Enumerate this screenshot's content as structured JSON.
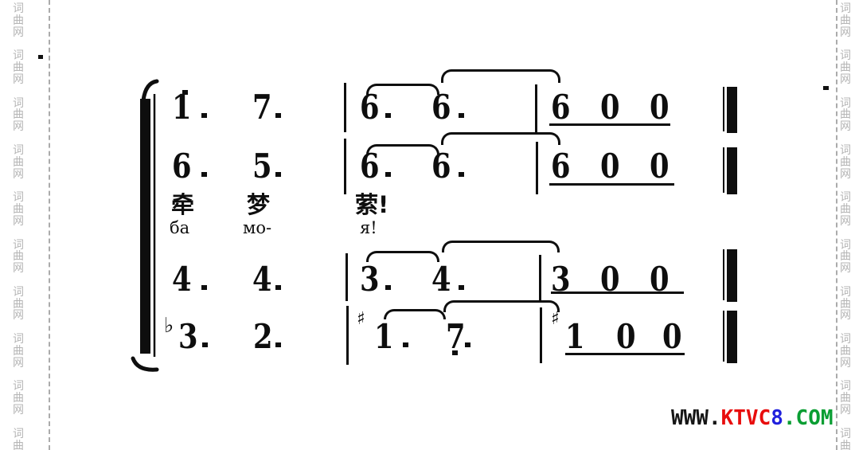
{
  "side_watermark": {
    "chars": [
      "词",
      "曲",
      "网"
    ],
    "color": "#b5b5b5"
  },
  "site_watermark": {
    "segments": [
      {
        "text": "www.",
        "color": "#161616"
      },
      {
        "text": "KTVC",
        "color": "#e80d0d"
      },
      {
        "text": "8",
        "color": "#2020dd"
      },
      {
        "text": ".com",
        "color": "#0a9e33"
      }
    ]
  },
  "score": {
    "notation": "jianpu",
    "rows": [
      {
        "notes": [
          "1",
          "7",
          "6",
          "6",
          "6",
          "0",
          "0"
        ],
        "octave_marks": "high dot above first note"
      },
      {
        "notes": [
          "6",
          "5",
          "6",
          "6",
          "6",
          "0",
          "0"
        ]
      },
      {
        "notes": [
          "4",
          "4",
          "3",
          "4",
          "3",
          "0",
          "0"
        ]
      },
      {
        "notes": [
          "3",
          "2",
          "1",
          "7",
          "1",
          "0",
          "0"
        ],
        "flat": "♭",
        "sharps": [
          "♯",
          "♯"
        ],
        "octave_marks": "low dot below fourth note"
      }
    ],
    "lyrics_zh": [
      "牵",
      "梦",
      "萦!"
    ],
    "lyrics_ru": [
      "ба",
      "мо-",
      "я!"
    ]
  }
}
